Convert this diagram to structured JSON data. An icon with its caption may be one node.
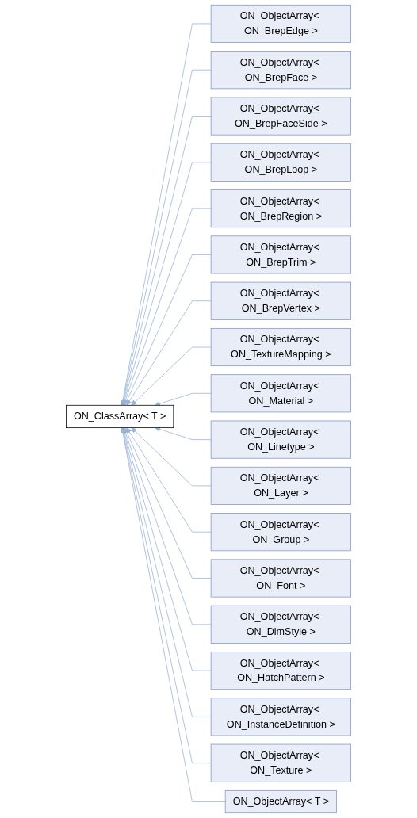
{
  "diagram": {
    "nodes": [
      {
        "text": [
          "ON_ClassArray< T >"
        ]
      },
      {
        "text": [
          "ON_ObjectArray< ON_BrepEdge >"
        ]
      },
      {
        "text": [
          "ON_ObjectArray< ON_BrepFace >"
        ]
      },
      {
        "text": [
          "ON_ObjectArray< ON_BrepFaceSide >"
        ]
      },
      {
        "text": [
          "ON_ObjectArray< ON_BrepLoop >"
        ]
      },
      {
        "text": [
          "ON_ObjectArray< ON_BrepRegion >"
        ]
      },
      {
        "text": [
          "ON_ObjectArray< ON_BrepTrim >"
        ]
      },
      {
        "text": [
          "ON_ObjectArray< ON_BrepVertex >"
        ]
      },
      {
        "text": [
          "ON_ObjectArray< ON_TextureMapping >"
        ]
      },
      {
        "text": [
          "ON_ObjectArray< ON_Material >"
        ]
      },
      {
        "text": [
          "ON_ObjectArray< ON_Linetype >"
        ]
      },
      {
        "text": [
          "ON_ObjectArray< ON_Layer >"
        ]
      },
      {
        "text": [
          "ON_ObjectArray< ON_Group >"
        ]
      },
      {
        "text": [
          "ON_ObjectArray< ON_Font >"
        ]
      },
      {
        "text": [
          "ON_ObjectArray< ON_DimStyle >"
        ]
      },
      {
        "text": [
          "ON_ObjectArray< ON_HatchPattern >"
        ]
      },
      {
        "text": [
          "ON_ObjectArray< ON_InstanceDefinition >"
        ]
      },
      {
        "text": [
          "ON_ObjectArray< ON_Texture >"
        ]
      },
      {
        "text": [
          "ON_ObjectArray< T >"
        ]
      }
    ],
    "edges": [
      {
        "from": 1,
        "to": 0,
        "arrow": "to"
      },
      {
        "from": 2,
        "to": 0,
        "arrow": "to"
      },
      {
        "from": 3,
        "to": 0,
        "arrow": "to"
      },
      {
        "from": 4,
        "to": 0,
        "arrow": "to"
      },
      {
        "from": 5,
        "to": 0,
        "arrow": "to"
      },
      {
        "from": 6,
        "to": 0,
        "arrow": "to"
      },
      {
        "from": 7,
        "to": 0,
        "arrow": "to"
      },
      {
        "from": 8,
        "to": 0,
        "arrow": "to"
      },
      {
        "from": 9,
        "to": 0,
        "arrow": "to"
      },
      {
        "from": 10,
        "to": 0,
        "arrow": "to"
      },
      {
        "from": 11,
        "to": 0,
        "arrow": "to"
      },
      {
        "from": 12,
        "to": 0,
        "arrow": "to"
      },
      {
        "from": 13,
        "to": 0,
        "arrow": "to"
      },
      {
        "from": 14,
        "to": 0,
        "arrow": "to"
      },
      {
        "from": 15,
        "to": 0,
        "arrow": "to"
      },
      {
        "from": 16,
        "to": 0,
        "arrow": "to"
      },
      {
        "from": 17,
        "to": 0,
        "arrow": "to"
      },
      {
        "from": 18,
        "to": 0,
        "arrow": "to"
      }
    ]
  }
}
